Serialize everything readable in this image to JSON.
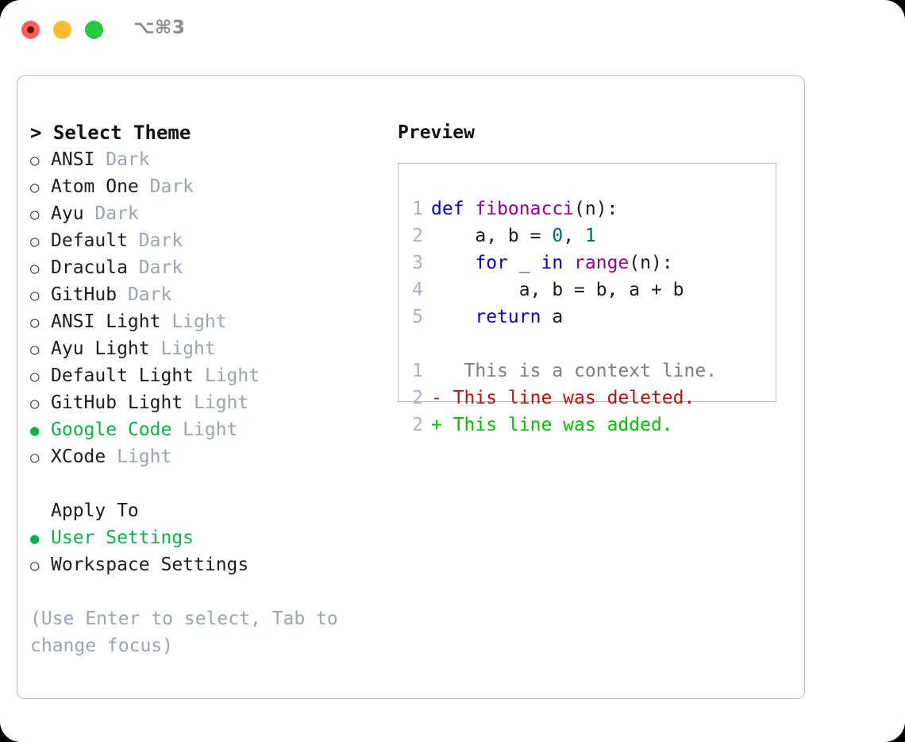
{
  "titlebar": {
    "shortcut": "⌥⌘3",
    "lights": [
      {
        "name": "close",
        "color": "#fd5f57"
      },
      {
        "name": "minimize",
        "color": "#febc2e"
      },
      {
        "name": "maximize",
        "color": "#28c840"
      }
    ]
  },
  "theme_list": {
    "header": "> Select Theme",
    "marker_unselected": "○",
    "marker_selected": "●",
    "items": [
      {
        "label": "ANSI",
        "suffix": " Dark",
        "selected": false
      },
      {
        "label": "Atom One",
        "suffix": " Dark",
        "selected": false
      },
      {
        "label": "Ayu",
        "suffix": " Dark",
        "selected": false
      },
      {
        "label": "Default",
        "suffix": " Dark",
        "selected": false
      },
      {
        "label": "Dracula",
        "suffix": " Dark",
        "selected": false
      },
      {
        "label": "GitHub",
        "suffix": " Dark",
        "selected": false
      },
      {
        "label": "ANSI Light",
        "suffix": " Light",
        "selected": false
      },
      {
        "label": "Ayu Light",
        "suffix": " Light",
        "selected": false
      },
      {
        "label": "Default Light",
        "suffix": " Light",
        "selected": false
      },
      {
        "label": "GitHub Light",
        "suffix": " Light",
        "selected": false
      },
      {
        "label": "Google Code",
        "suffix": " Light",
        "selected": true
      },
      {
        "label": "XCode",
        "suffix": " Light",
        "selected": false
      }
    ]
  },
  "apply_to": {
    "title": "Apply To",
    "items": [
      {
        "label": "User Settings",
        "selected": true
      },
      {
        "label": "Workspace Settings",
        "selected": false
      }
    ]
  },
  "hint": "(Use Enter to select, Tab to change focus)",
  "preview": {
    "title": "Preview",
    "code_lines": [
      {
        "number": "1",
        "tokens": [
          {
            "text": "def ",
            "type": "keyword"
          },
          {
            "text": "fibonacci",
            "type": "function"
          },
          {
            "text": "(n):",
            "type": "plain"
          }
        ]
      },
      {
        "number": "2",
        "tokens": [
          {
            "text": "    a, b = ",
            "type": "plain"
          },
          {
            "text": "0",
            "type": "number"
          },
          {
            "text": ", ",
            "type": "plain"
          },
          {
            "text": "1",
            "type": "number"
          }
        ]
      },
      {
        "number": "3",
        "tokens": [
          {
            "text": "    ",
            "type": "plain"
          },
          {
            "text": "for",
            "type": "keyword"
          },
          {
            "text": " _ ",
            "type": "plain"
          },
          {
            "text": "in",
            "type": "keyword"
          },
          {
            "text": " ",
            "type": "plain"
          },
          {
            "text": "range",
            "type": "function"
          },
          {
            "text": "(n):",
            "type": "plain"
          }
        ]
      },
      {
        "number": "4",
        "tokens": [
          {
            "text": "        a, b = b, a + b",
            "type": "plain"
          }
        ]
      },
      {
        "number": "5",
        "tokens": [
          {
            "text": "    ",
            "type": "plain"
          },
          {
            "text": "return",
            "type": "keyword"
          },
          {
            "text": " a",
            "type": "plain"
          }
        ]
      }
    ],
    "diff_lines": [
      {
        "number": "1",
        "marker": " ",
        "text": "  This is a context line.",
        "type": "context"
      },
      {
        "number": "2",
        "marker": "-",
        "text": " This line was deleted.",
        "type": "deleted"
      },
      {
        "number": "2",
        "marker": "+",
        "text": " This line was added.",
        "type": "added"
      }
    ]
  },
  "colors": {
    "accent_green": "#11b14a",
    "suffix_gray": "#9aa4b2",
    "line_number": "#aab2c0",
    "border": "#b3bbc7",
    "keyword": "#0000c0",
    "function": "#900090",
    "number": "#006666",
    "diff_context": "#7d7d7d",
    "diff_deleted": "#bd1111",
    "diff_added": "#00c000"
  }
}
